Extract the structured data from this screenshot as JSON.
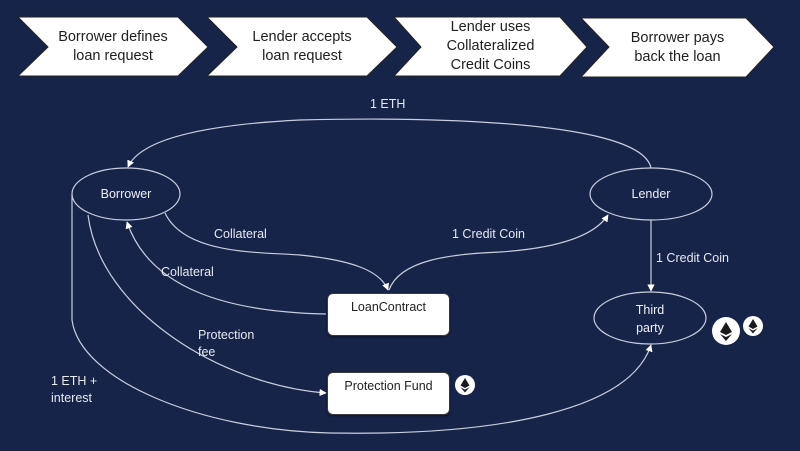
{
  "steps": [
    {
      "line1": "Borrower defines",
      "line2": "loan request"
    },
    {
      "line1": "Lender accepts",
      "line2": "loan request"
    },
    {
      "line1": "Lender uses",
      "line2": "Collateralized",
      "line3": "Credit Coins"
    },
    {
      "line1": "Borrower pays",
      "line2": "back the loan"
    }
  ],
  "nodes": {
    "borrower": "Borrower",
    "lender": "Lender",
    "third_party_line1": "Third",
    "third_party_line2": "party",
    "loan_contract": "LoanContract",
    "protection_fund": "Protection Fund"
  },
  "edges": {
    "lender_to_borrower": "1 ETH",
    "borrower_to_contract": "Collateral",
    "contract_to_borrower": "Collateral",
    "contract_to_lender": "1 Credit Coin",
    "lender_to_third_party": "1 Credit Coin",
    "fee_line1": "Protection",
    "fee_line2": "fee",
    "repay_line1": "1 ETH +",
    "repay_line2": "interest"
  },
  "icons": {
    "third_party_coins": [
      "ethereum-icon",
      "ethereum-icon"
    ],
    "protection_fund_coin": "ethereum-icon"
  },
  "colors": {
    "background": "#16244a",
    "line": "#c9cede",
    "chevron": "#ffffff"
  }
}
